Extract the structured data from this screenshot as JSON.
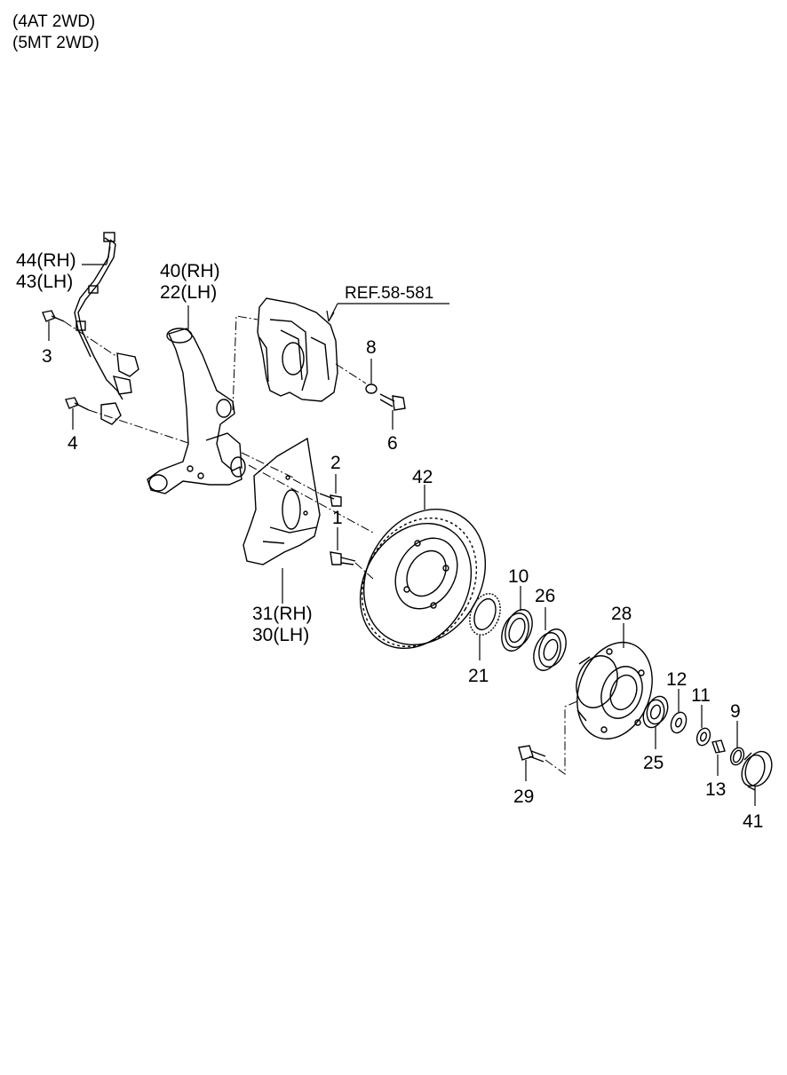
{
  "header": {
    "line1": "(4AT 2WD)",
    "line2": "(5MT 2WD)"
  },
  "labels": {
    "p44": "44(RH)",
    "p43": "43(LH)",
    "p3": "3",
    "p4": "4",
    "p40": "40(RH)",
    "p22": "22(LH)",
    "ref": "REF.58-581",
    "p8": "8",
    "p6": "6",
    "p2": "2",
    "p1": "1",
    "p42": "42",
    "p31": "31(RH)",
    "p30": "30(LH)",
    "p10": "10",
    "p26": "26",
    "p21": "21",
    "p28": "28",
    "p12": "12",
    "p11": "11",
    "p9": "9",
    "p25": "25",
    "p13": "13",
    "p29": "29",
    "p41": "41"
  }
}
